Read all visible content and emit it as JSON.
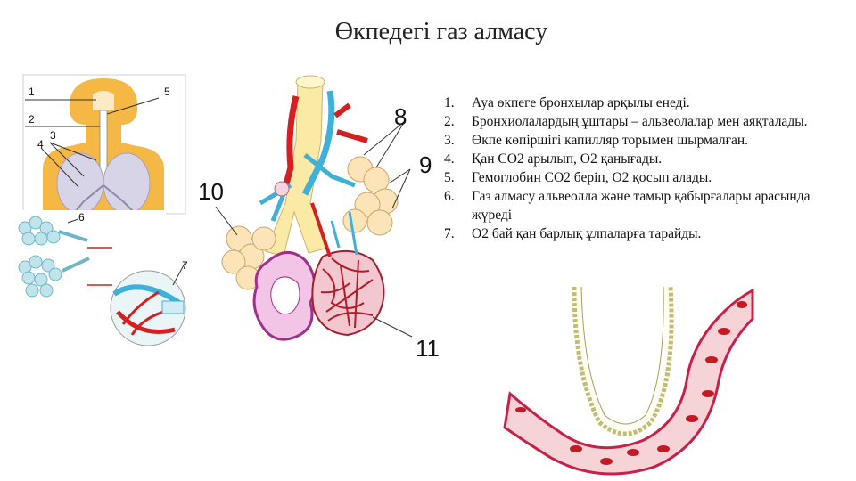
{
  "slide": {
    "title": "Өкпедегі газ алмасу"
  },
  "list": [
    {
      "n": "1.",
      "text": "Ауа өкпеге бронхылар арқылы енеді."
    },
    {
      "n": "2.",
      "text": "Бронхиолалардың ұштары – альвеолалар мен аяқталады."
    },
    {
      "n": "3.",
      "text": "Өкпе көпіршігі капилляр торымен шырмалған."
    },
    {
      "n": "4.",
      "text": "Қан СО2 арылып, О2 қанығады."
    },
    {
      "n": "5.",
      "text": "Гемоглобин СО2 беріп, О2 қосып алады."
    },
    {
      "n": "6.",
      "text": "Газ алмасу альвеолла және тамыр қабырғалары арасында жүреді"
    },
    {
      "n": "7.",
      "text": "О2 бай қан барлық ұлпаларға тарайды."
    }
  ],
  "figure_labels": {
    "left": [
      "1",
      "2",
      "3",
      "4",
      "5",
      "6",
      "7"
    ],
    "center": [
      "8",
      "9",
      "10",
      "11"
    ]
  },
  "colors": {
    "skin": "#f5b844",
    "lung": "#d8d4e8",
    "alveoli": "#fde3b8",
    "vein": "#3fb1d8",
    "artery": "#d42020",
    "capillary_wall": "#c9204a"
  }
}
